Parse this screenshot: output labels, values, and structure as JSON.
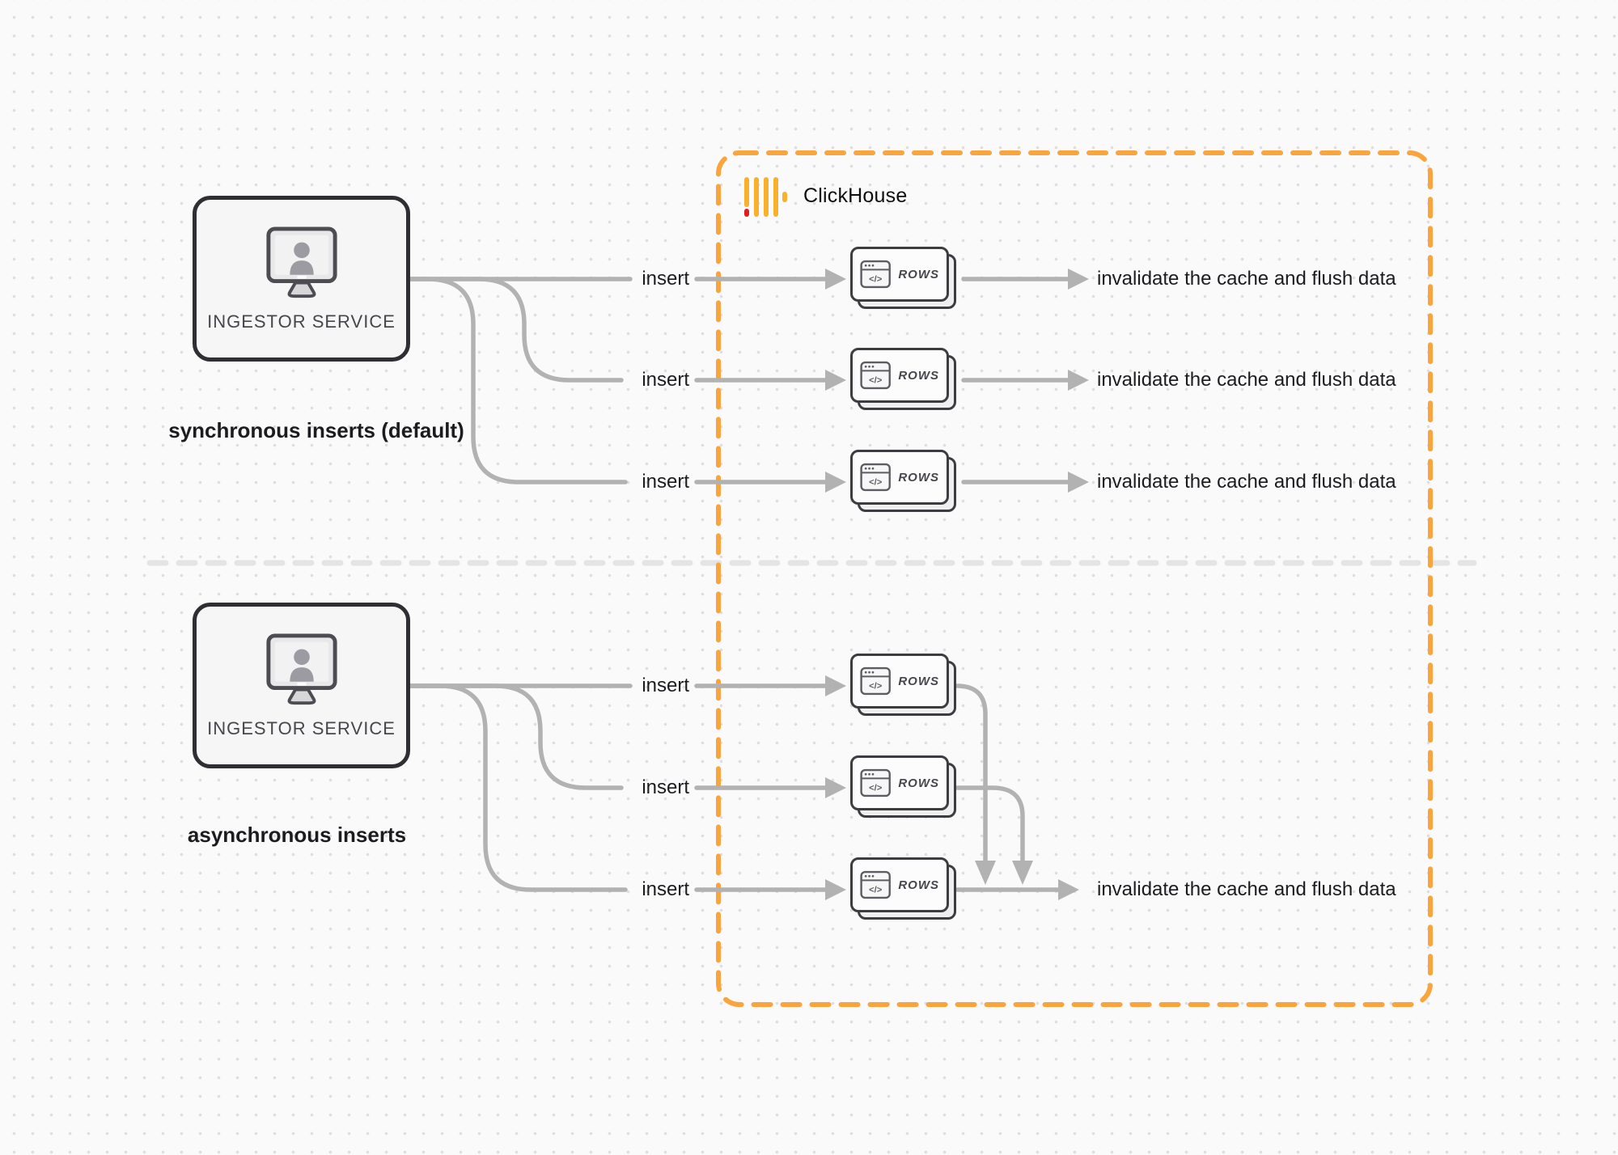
{
  "diagram_title": "ClickHouse synchronous vs asynchronous inserts",
  "colors": {
    "background": "#fafafa",
    "dot": "#dedee1",
    "connector": "#b2b2b2",
    "outline_dark": "#2e2e33",
    "card_outline": "#3c3c41",
    "icon_stroke": "#5c5c62",
    "text_dark": "#1c1c20",
    "text_muted": "#46464c",
    "accent_orange": "#f9a43c",
    "logo_yellow": "#f9b02c",
    "logo_red": "#e01b22",
    "divider": "#e4e4e4",
    "box_fill": "#f6f6f7",
    "card_fill": "#fcfcfc",
    "card_back_fill": "#efeff0"
  },
  "ingestor": {
    "label": "INGESTOR SERVICE"
  },
  "sections": {
    "sync": {
      "caption": "synchronous inserts (default)"
    },
    "async": {
      "caption": "asynchronous inserts"
    }
  },
  "clickhouse": {
    "label": "ClickHouse"
  },
  "card": {
    "label": "ROWS",
    "icon_code": "</>"
  },
  "rows": {
    "sync": [
      {
        "insert": "insert",
        "result": "invalidate the cache and flush data"
      },
      {
        "insert": "insert",
        "result": "invalidate the cache and flush data"
      },
      {
        "insert": "insert",
        "result": "invalidate the cache and flush data"
      }
    ],
    "async": [
      {
        "insert": "insert"
      },
      {
        "insert": "insert"
      },
      {
        "insert": "insert",
        "result": "invalidate the cache and flush data"
      }
    ]
  }
}
